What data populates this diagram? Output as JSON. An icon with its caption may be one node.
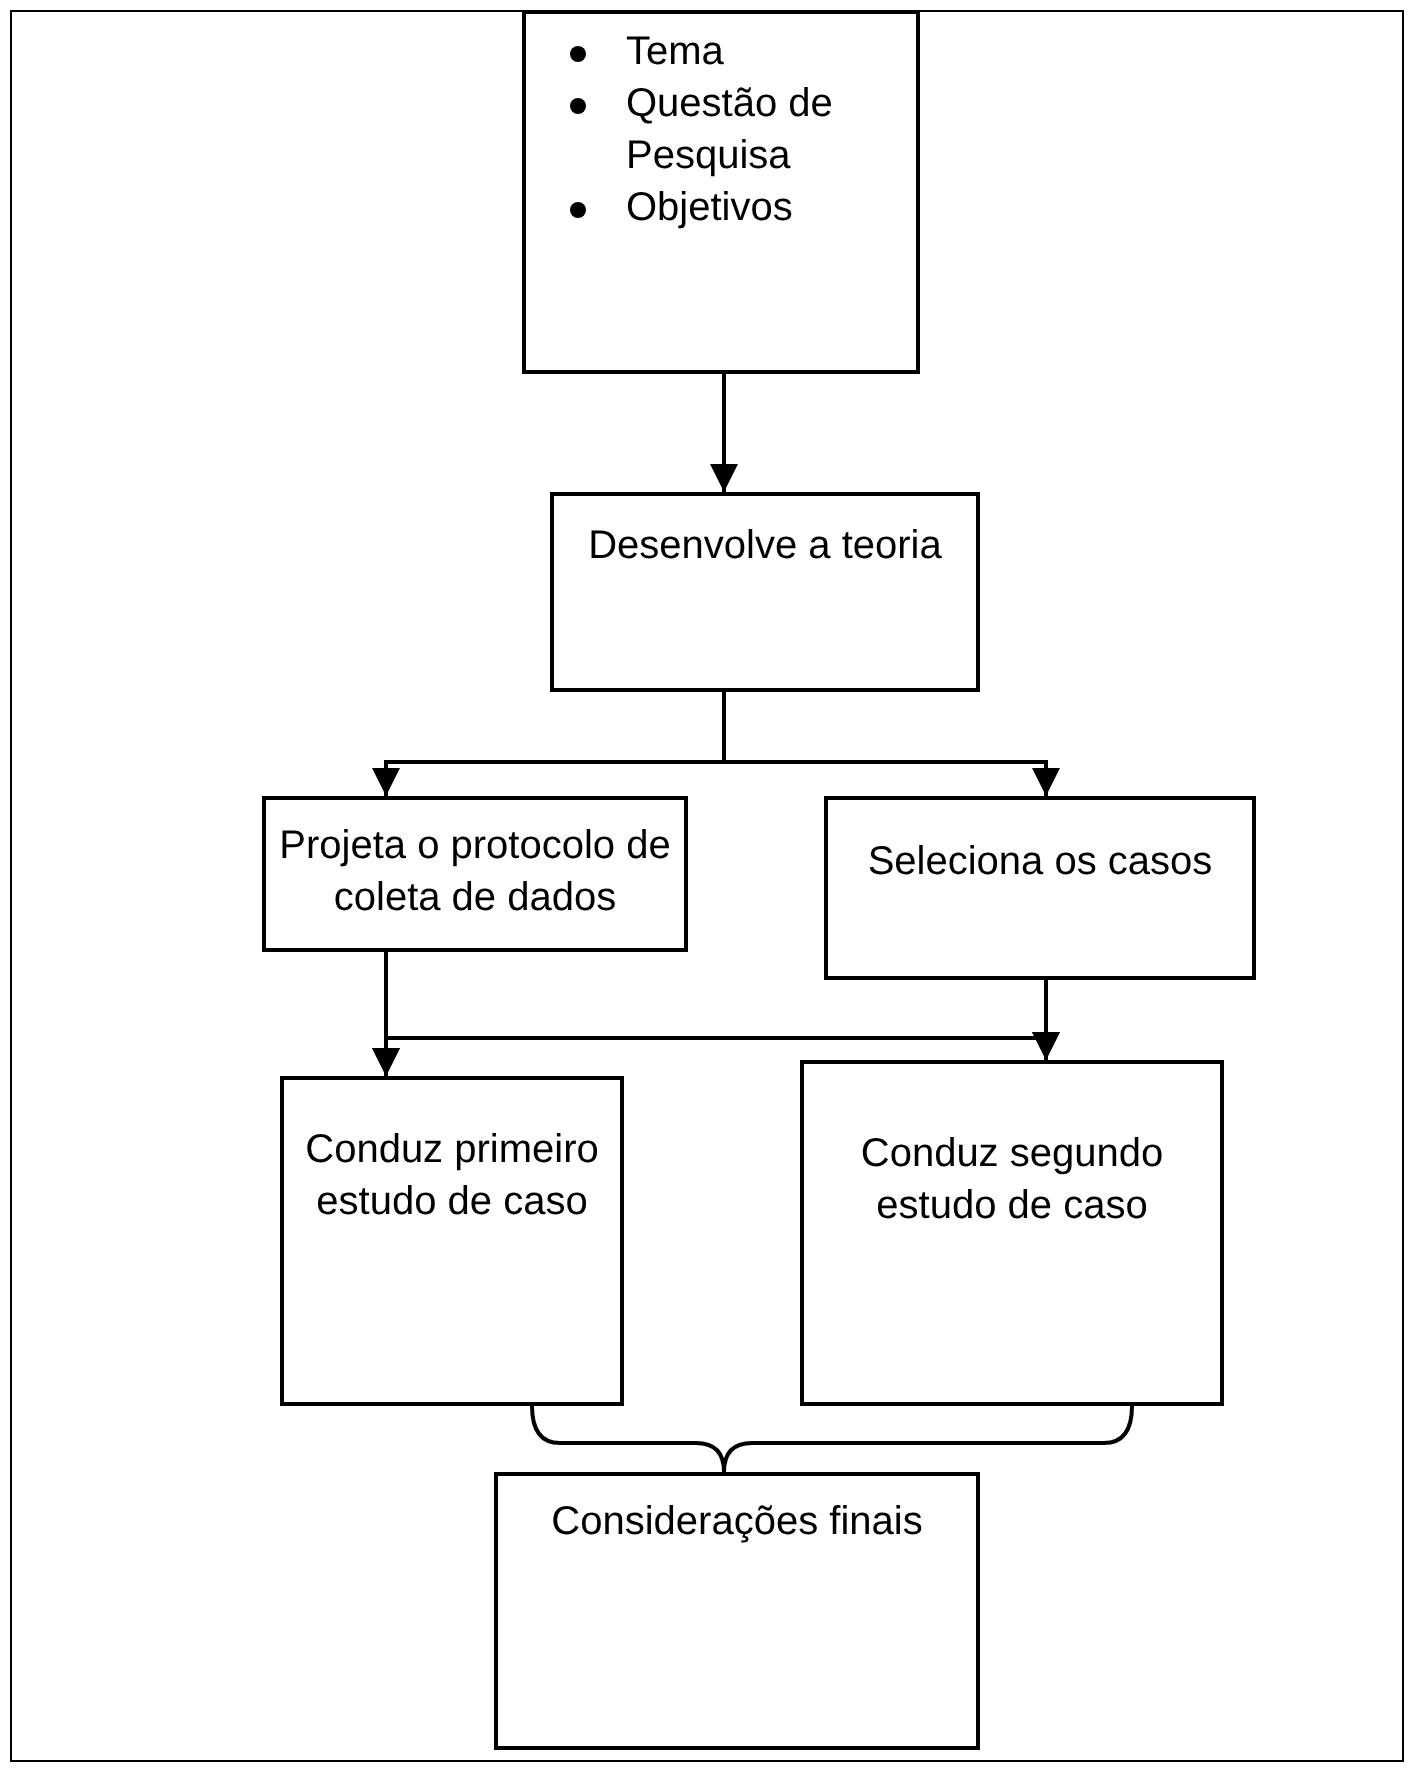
{
  "diagram": {
    "nodes": [
      {
        "text": [
          "Tema",
          "Questão de Pesquisa",
          "Objetivos"
        ]
      },
      {
        "text": [
          "Desenvolve a teoria"
        ]
      },
      {
        "text": [
          "Projeta o protocolo de coleta de dados"
        ]
      },
      {
        "text": [
          "Seleciona os casos"
        ]
      },
      {
        "text": [
          "Conduz primeiro estudo de caso"
        ]
      },
      {
        "text": [
          "Conduz segundo estudo de caso"
        ]
      },
      {
        "text": [
          "Considerações finais"
        ]
      }
    ],
    "edges": [
      {
        "from": 0,
        "to": 1,
        "arrow": "to"
      },
      {
        "from": 1,
        "to": 2,
        "arrow": "to"
      },
      {
        "from": 1,
        "to": 3,
        "arrow": "to"
      },
      {
        "from": 2,
        "to": 4,
        "arrow": "to"
      },
      {
        "from": 2,
        "to": 5,
        "arrow": "to"
      },
      {
        "from": 3,
        "to": 4,
        "arrow": "to"
      },
      {
        "from": 3,
        "to": 5,
        "arrow": "to"
      },
      {
        "from": 4,
        "to": 6,
        "arrow": "none"
      },
      {
        "from": 5,
        "to": 6,
        "arrow": "none"
      }
    ]
  }
}
